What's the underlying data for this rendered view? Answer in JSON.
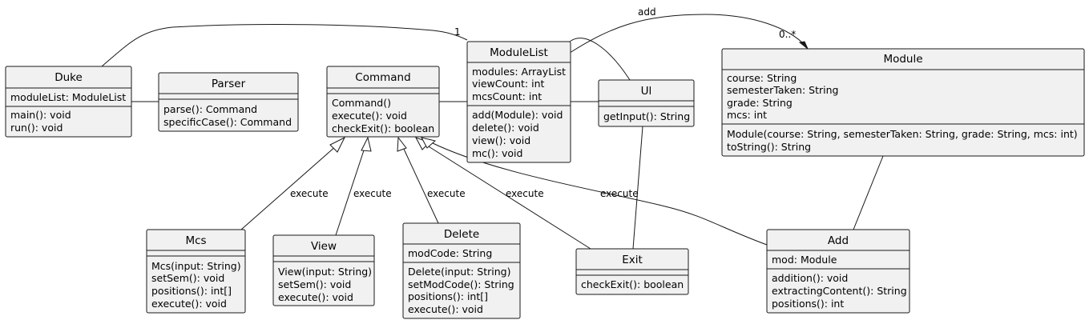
{
  "classes": {
    "duke": {
      "name": "Duke",
      "attributes": [
        "moduleList: ModuleList"
      ],
      "methods": [
        "main(): void",
        "run(): void"
      ]
    },
    "parser": {
      "name": "Parser",
      "attributes": [],
      "methods": [
        "parse(): Command",
        "specificCase(): Command"
      ]
    },
    "command": {
      "name": "Command",
      "attributes": [],
      "methods": [
        "Command()",
        "execute(): void",
        "checkExit(): boolean"
      ]
    },
    "modulelist": {
      "name": "ModuleList",
      "attributes": [
        "modules: ArrayList",
        "viewCount: int",
        "mcsCount: int"
      ],
      "methods": [
        "add(Module): void",
        "delete(): void",
        "view(): void",
        "mc(): void"
      ]
    },
    "ui": {
      "name": "Ul",
      "attributes": [],
      "methods": [
        "getInput(): String"
      ]
    },
    "module": {
      "name": "Module",
      "attributes": [
        "course: String",
        "semesterTaken: String",
        "grade: String",
        "mcs: int"
      ],
      "methods": [
        "Module(course: String, semesterTaken: String, grade: String, mcs: int)",
        "toString(): String"
      ]
    },
    "mcs": {
      "name": "Mcs",
      "attributes": [],
      "methods": [
        "Mcs(input: String)",
        "setSem(): void",
        "positions(): int[]",
        "execute(): void"
      ]
    },
    "view": {
      "name": "View",
      "attributes": [],
      "methods": [
        "View(input: String)",
        "setSem(): void",
        "execute(): void"
      ]
    },
    "delete": {
      "name": "Delete",
      "attributes": [
        "modCode: String"
      ],
      "methods": [
        "Delete(input: String)",
        "setModCode(): String",
        "positions(): int[]",
        "execute(): void"
      ]
    },
    "exit": {
      "name": "Exit",
      "attributes": [],
      "methods": [
        "checkExit(): boolean"
      ]
    },
    "add": {
      "name": "Add",
      "attributes": [
        "mod: Module"
      ],
      "methods": [
        "addition(): void",
        "extractingContent(): String",
        "positions(): int"
      ]
    }
  },
  "relations": {
    "duke_ui_multiplicity": "1",
    "add_label": "add",
    "add_multiplicity": "0..*",
    "execute_label": "execute"
  }
}
